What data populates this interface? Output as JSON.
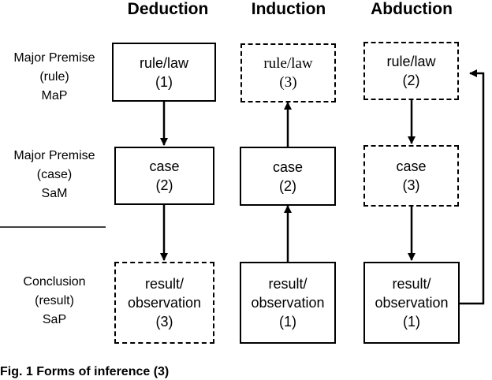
{
  "columns": [
    "Deduction",
    "Induction",
    "Abduction"
  ],
  "rows": [
    [
      "Major Premise",
      "(rule)",
      "MaP"
    ],
    [
      "Major Premise",
      "(case)",
      "SaM"
    ],
    [
      "Conclusion",
      "(result)",
      "SaP"
    ]
  ],
  "boxes": {
    "deduction_rule": [
      "rule/law",
      "(1)"
    ],
    "deduction_case": [
      "case",
      "(2)"
    ],
    "deduction_result": [
      "result/",
      "observation",
      "(3)"
    ],
    "induction_rule": [
      "rule/law",
      "(3)"
    ],
    "induction_case": [
      "case",
      "(2)"
    ],
    "induction_result": [
      "result/",
      "observation",
      "(1)"
    ],
    "abduction_rule": [
      "rule/law",
      "(2)"
    ],
    "abduction_case": [
      "case",
      "(3)"
    ],
    "abduction_result": [
      "result/",
      "observation",
      "(1)"
    ]
  },
  "caption": "Fig. 1 Forms of inference (3)"
}
